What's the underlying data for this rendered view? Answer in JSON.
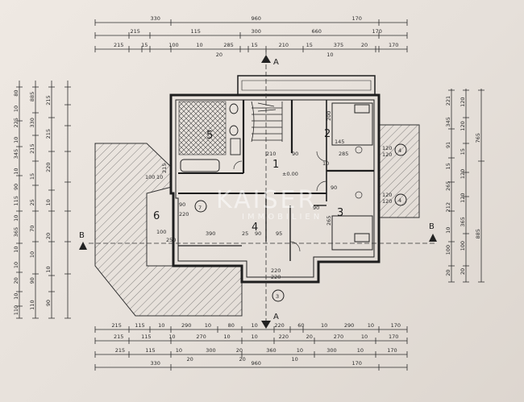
{
  "dimensions": {
    "top": [
      [
        "330",
        "960",
        "170"
      ],
      [
        "215",
        "115",
        "300",
        "660",
        "170"
      ],
      [
        "215",
        "15",
        "100",
        "10",
        "285",
        "15",
        "210",
        "15",
        "375",
        "20",
        "170"
      ],
      [
        "20",
        "10"
      ]
    ],
    "bottom": [
      [
        "215",
        "115",
        "10",
        "290",
        "10",
        "80",
        "10",
        "220",
        "60",
        "10",
        "290",
        "10",
        "170"
      ],
      [
        "215",
        "115",
        "10",
        "270",
        "10",
        "10",
        "220",
        "20",
        "270",
        "10",
        "170"
      ],
      [
        "215",
        "115",
        "10",
        "300",
        "20",
        "360",
        "10",
        "300",
        "10",
        "170"
      ],
      [
        "20",
        "20",
        "10"
      ],
      [
        "330",
        "960",
        "170"
      ]
    ],
    "left": [
      [
        "80",
        "10",
        "225",
        "10",
        "345",
        "10",
        "90",
        "115",
        "10",
        "365",
        "10",
        "10",
        "20",
        "10",
        "110"
      ],
      [
        "885",
        "330",
        "215",
        "15",
        "25",
        "70",
        "10",
        "90",
        "110"
      ],
      [
        "215",
        "215",
        "220",
        "10",
        "20",
        "10",
        "90"
      ]
    ],
    "right": [
      [
        "221",
        "345",
        "91",
        "15",
        "265",
        "212",
        "10",
        "100",
        "20"
      ],
      [
        "120",
        "120",
        "15",
        "120",
        "120",
        "365",
        "100",
        "20"
      ],
      [
        "765",
        "885"
      ]
    ],
    "interior": {
      "stair": [
        "210",
        "90",
        "285",
        "10"
      ],
      "room2": [
        "200",
        "145"
      ],
      "room3": [
        "90",
        "265",
        "90"
      ],
      "room4": [
        "390",
        "25",
        "90",
        "95"
      ],
      "room5": [
        "215",
        "100",
        "10"
      ],
      "room6_7": [
        "90",
        "220",
        "100",
        "250"
      ],
      "bath_mid": [
        "220",
        "220"
      ],
      "level": "±0.00"
    },
    "badge_values": [
      "120",
      "120",
      "120",
      "120"
    ]
  },
  "labels": {
    "rooms": [
      "1",
      "2",
      "3",
      "4",
      "5",
      "6",
      "7"
    ],
    "section_A": "A",
    "section_B": "B",
    "circled": [
      "4",
      "4",
      "3",
      "7"
    ]
  },
  "watermark": {
    "brand": "KAISER",
    "sub": "IMMOBILIEN"
  }
}
